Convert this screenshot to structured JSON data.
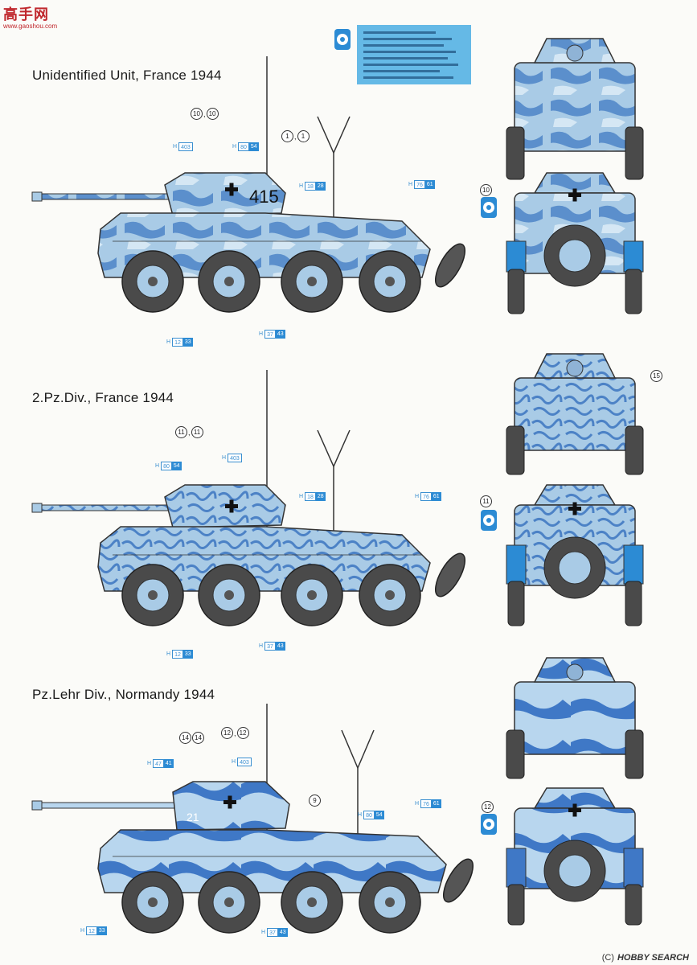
{
  "watermark": {
    "text": "高手网",
    "url_text": "www.gaoshou.com"
  },
  "footer": {
    "copyright_text": "(C)",
    "brand_text": "HOBBY SEARCH"
  },
  "colors": {
    "camo_base": "#a9cbe6",
    "camo_blue": "#4c82c6",
    "camo_light": "#d5e7f4",
    "paint_blue": "#2c8bd4",
    "outline": "#333333"
  },
  "schemes": [
    {
      "title": "Unidentified Unit, France 1944",
      "turret_number": "415",
      "callouts": {
        "turret_decal": [
          "10",
          "10"
        ],
        "hull_decal": [
          "1",
          "1"
        ],
        "rear_decal": "10"
      },
      "paints": [
        {
          "h": "H",
          "a": "403",
          "b": ""
        },
        {
          "h": "H",
          "a": "80",
          "b": "54"
        },
        {
          "h": "H",
          "a": "18",
          "b": "28"
        },
        {
          "h": "H",
          "a": "76",
          "b": "61"
        },
        {
          "h": "H",
          "a": "12",
          "b": "33"
        },
        {
          "h": "H",
          "a": "37",
          "b": "43"
        }
      ]
    },
    {
      "title": "2.Pz.Div., France 1944",
      "turret_number": "",
      "callouts": {
        "turret_decal": [
          "11",
          "11"
        ],
        "front_decal": "15",
        "rear_decal": "11"
      },
      "paints": [
        {
          "h": "H",
          "a": "80",
          "b": "54"
        },
        {
          "h": "H",
          "a": "403",
          "b": ""
        },
        {
          "h": "H",
          "a": "18",
          "b": "28"
        },
        {
          "h": "H",
          "a": "76",
          "b": "61"
        },
        {
          "h": "H",
          "a": "12",
          "b": "33"
        },
        {
          "h": "H",
          "a": "37",
          "b": "43"
        }
      ]
    },
    {
      "title": "Pz.Lehr Div., Normandy 1944",
      "turret_number": "21",
      "callouts": {
        "turret_decal_a": [
          "14",
          "14"
        ],
        "turret_decal_b": [
          "12",
          "12"
        ],
        "hull_decal": "9",
        "rear_decal": "12"
      },
      "paints": [
        {
          "h": "H",
          "a": "47",
          "b": "41"
        },
        {
          "h": "H",
          "a": "403",
          "b": ""
        },
        {
          "h": "H",
          "a": "80",
          "b": "54"
        },
        {
          "h": "H",
          "a": "76",
          "b": "61"
        },
        {
          "h": "H",
          "a": "12",
          "b": "33"
        },
        {
          "h": "H",
          "a": "37",
          "b": "43"
        }
      ]
    }
  ]
}
